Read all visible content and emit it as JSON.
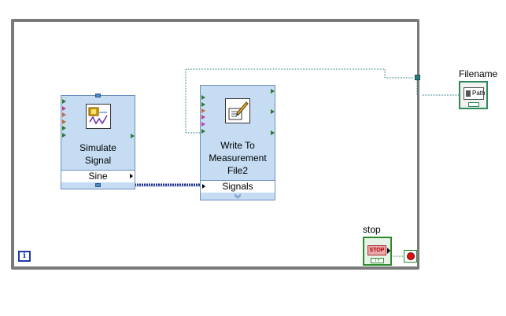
{
  "loop": {
    "iteration_symbol": "i"
  },
  "simulate_signal": {
    "title_line1": "Simulate",
    "title_line2": "Signal",
    "output_terminal": "Sine",
    "icon": "simulate-signal-icon"
  },
  "write_measurement": {
    "title_line1": "Write To",
    "title_line2": "Measurement",
    "title_line3": "File2",
    "input_terminal": "Signals",
    "icon": "write-file-icon"
  },
  "filename_indicator": {
    "label": "Filename",
    "inner_text": "Path"
  },
  "stop_control": {
    "label": "stop",
    "button_text": "STOP",
    "tf_text": "TF"
  },
  "colors": {
    "loop_border": "#7a7a7a",
    "express_vi_bg": "#c5dcf2",
    "wire_signal": "#1c2f8a",
    "wire_path": "#2a7f84",
    "wire_boolean": "#2a8a2a",
    "stop_red": "#e01010"
  }
}
